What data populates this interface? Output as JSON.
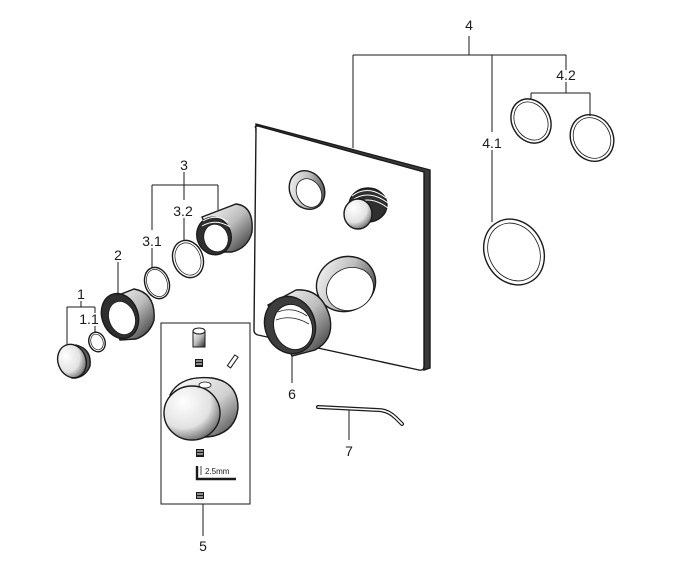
{
  "labels": {
    "p1": "1",
    "p1_1": "1.1",
    "p2": "2",
    "p3": "3",
    "p3_1": "3.1",
    "p3_2": "3.2",
    "p4": "4",
    "p4_1": "4.1",
    "p4_2": "4.2",
    "p5": "5",
    "p6": "6",
    "p7": "7"
  },
  "allen_key_size": "2.5mm",
  "colors": {
    "line": "#1a1a1a",
    "background": "#ffffff",
    "shade": "#5a5a5a"
  }
}
